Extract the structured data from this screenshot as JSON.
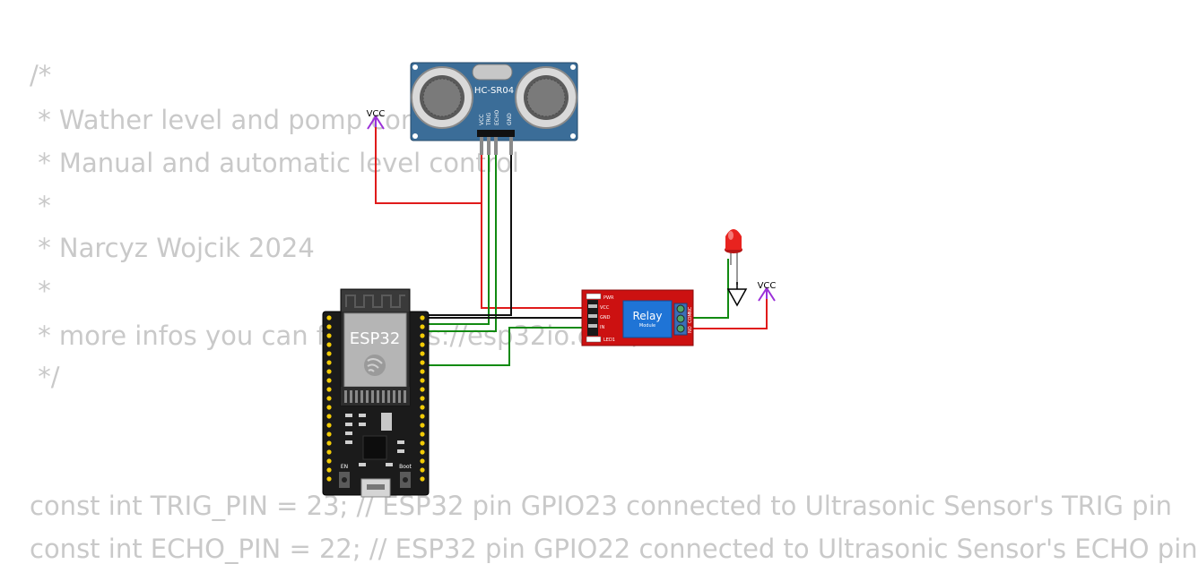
{
  "code": {
    "lines": [
      "/*",
      " * Wather level and pomp control ESP32",
      " * Manual and automatic level control",
      " *",
      " * Narcyz Wojcik 2024",
      " *",
      " * more infos you can find https://esp32io.com/",
      " */",
      "const int TRIG_PIN = 23; // ESP32 pin GPIO23 connected to Ultrasonic Sensor's TRIG pin",
      "const int ECHO_PIN = 22; // ESP32 pin GPIO22 connected to Ultrasonic Sensor's ECHO pin"
    ]
  },
  "sensor": {
    "label": "HC-SR04",
    "pins": [
      "VCC",
      "TRIG",
      "ECHO",
      "GND"
    ]
  },
  "esp32": {
    "label": "ESP32",
    "en_label": "EN",
    "boot_label": "Boot"
  },
  "relay": {
    "title": "Relay",
    "subtitle": "Module",
    "left_labels": [
      "PWR",
      "VCC",
      "GND",
      "IN",
      "LED1"
    ],
    "right_labels": [
      "NC",
      "COM",
      "NO"
    ]
  },
  "power": {
    "vcc_label": "VCC"
  },
  "colors": {
    "wire_red": "#e01b1b",
    "wire_green": "#128a12",
    "wire_black": "#111111",
    "vcc_symbol": "#9b30d9",
    "sensor_board": "#3b6d98",
    "relay_board": "#cc1111",
    "esp_board": "#1b1b1b",
    "led": "#e8231f",
    "code_text": "#c9c9c9"
  },
  "icons": [
    "wifi-antenna-icon",
    "espressif-logo-icon",
    "ground-icon",
    "led-icon",
    "vcc-arrow-icon",
    "usb-port-icon"
  ]
}
